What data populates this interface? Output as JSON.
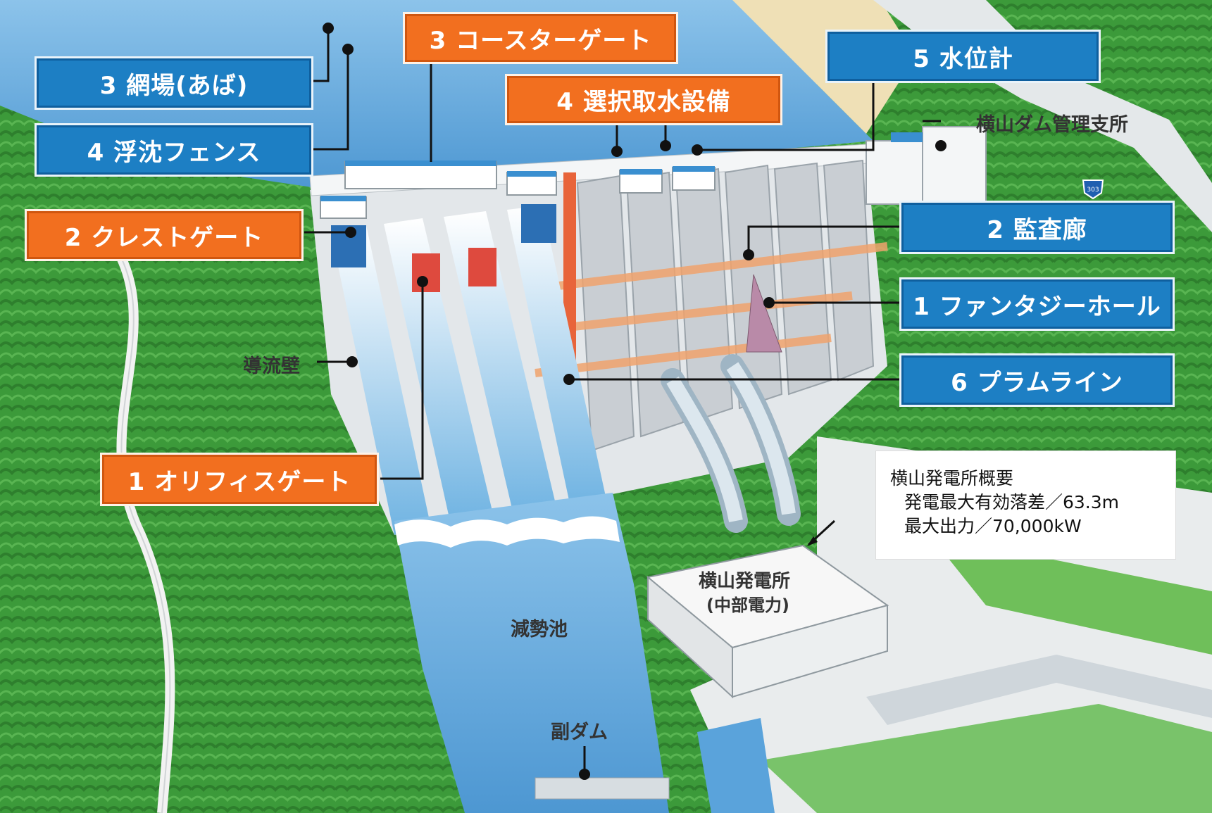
{
  "callouts": {
    "orifice_gate": "1 オリフィスゲート",
    "crest_gate": "2 クレストゲート",
    "coaster_gate": "3 コースターゲート",
    "selective_intake": "4 選択取水設備",
    "net_area": "3 網場(あば)",
    "floating_fence": "4 浮沈フェンス",
    "water_gauge": "5 水位計",
    "inspection_gallery": "2 監査廊",
    "fantasy_hall": "1 ファンタジーホール",
    "plumb_line": "6 プラムライン"
  },
  "labels": {
    "management_office": "横山ダム管理支所",
    "guide_wall": "導流壁",
    "stilling_basin": "減勢池",
    "sub_dam": "副ダム",
    "power_station": "横山発電所",
    "power_company": "(中部電力)",
    "route_number": "303"
  },
  "info_box": {
    "title": "横山発電所概要",
    "line1": "発電最大有効落差／63.3m",
    "line2": "最大出力／70,000kW"
  },
  "colors": {
    "blue_label": "#1d7fc4",
    "orange_label": "#f26f1f",
    "forest": "#3f9a3c",
    "water": "#5aa3db",
    "concrete": "#e8ecef"
  }
}
